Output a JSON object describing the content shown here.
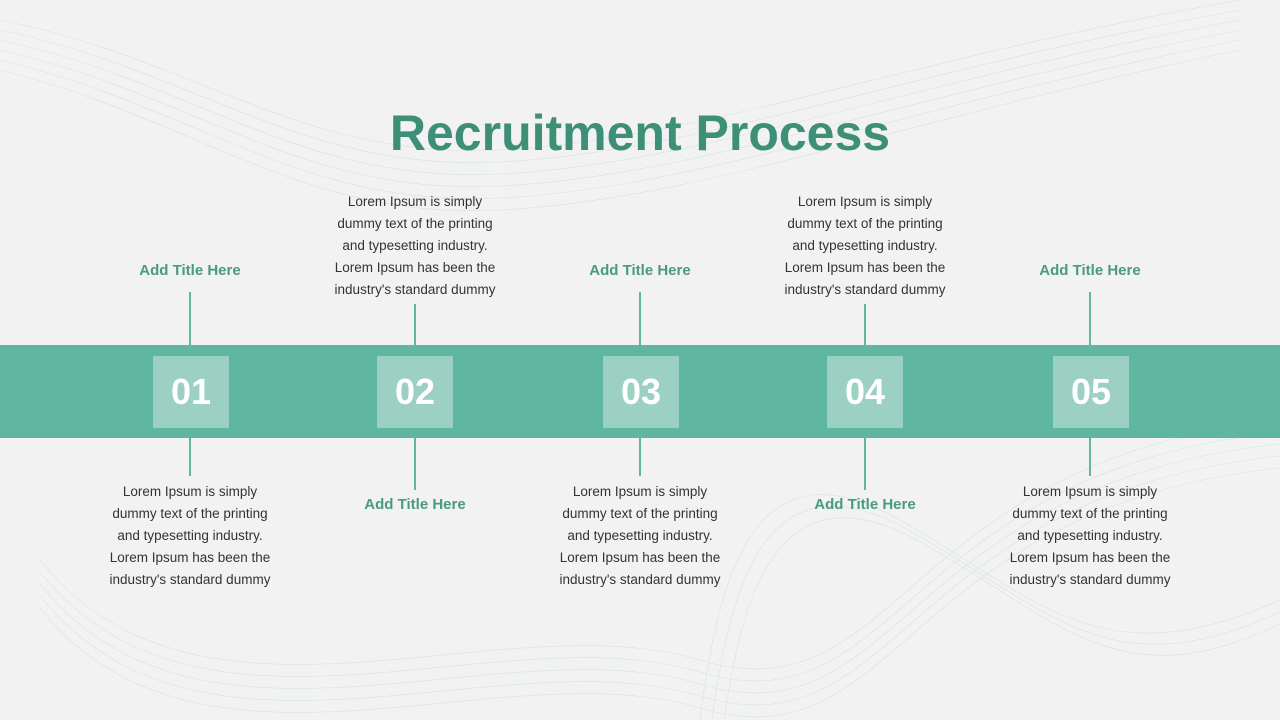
{
  "slide": {
    "title": "Recruitment Process"
  },
  "steps": [
    {
      "number": "01",
      "title": "Add Title Here",
      "description": "Lorem Ipsum is simply dummy text of the printing and typesetting industry. Lorem Ipsum has been the industry's standard dummy"
    },
    {
      "number": "02",
      "title": "Add Title Here",
      "description": "Lorem Ipsum is simply dummy text of the printing and typesetting industry. Lorem Ipsum has been the industry's standard dummy"
    },
    {
      "number": "03",
      "title": "Add Title Here",
      "description": "Lorem Ipsum is simply dummy text of the printing and typesetting industry. Lorem Ipsum has been the industry's standard dummy"
    },
    {
      "number": "04",
      "title": "Add Title Here",
      "description": "Lorem Ipsum is simply dummy text of the printing and typesetting industry. Lorem Ipsum has been the industry's standard dummy"
    },
    {
      "number": "05",
      "title": "Add Title Here",
      "description": "Lorem Ipsum is simply dummy text of the printing and typesetting industry. Lorem Ipsum has been the industry's standard dummy"
    }
  ],
  "colors": {
    "accent": "#3e8f78",
    "band": "#5fb6a1",
    "box": "#9bd0c2",
    "background": "#f2f2f2"
  }
}
